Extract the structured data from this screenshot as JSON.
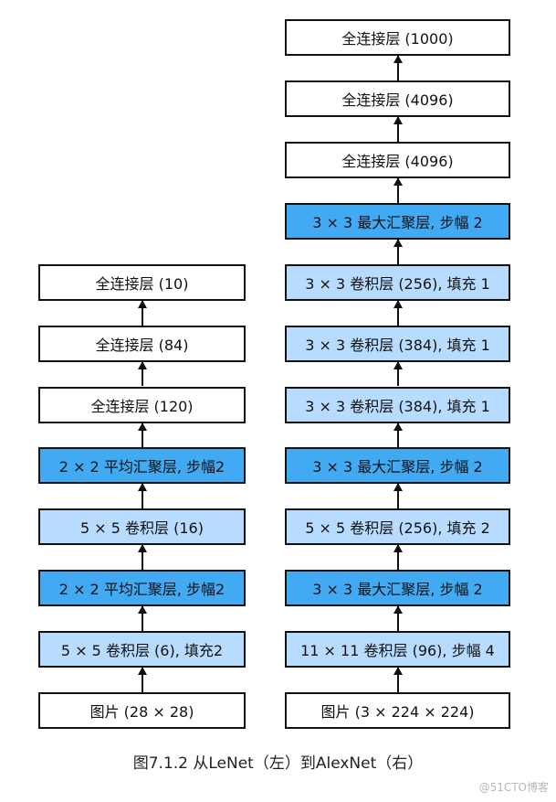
{
  "lenet": [
    {
      "label": "全连接层 (10)",
      "style": "white"
    },
    {
      "label": "全连接层 (84)",
      "style": "white"
    },
    {
      "label": "全连接层 (120)",
      "style": "white"
    },
    {
      "label": "2 × 2 平均汇聚层, 步幅2",
      "style": "dark"
    },
    {
      "label": "5 × 5 卷积层 (16)",
      "style": "light"
    },
    {
      "label": "2 × 2 平均汇聚层, 步幅2",
      "style": "dark"
    },
    {
      "label": "5 × 5 卷积层 (6), 填充2",
      "style": "light"
    },
    {
      "label": "图片 (28 × 28)",
      "style": "white"
    }
  ],
  "alexnet": [
    {
      "label": "全连接层 (1000)",
      "style": "white"
    },
    {
      "label": "全连接层 (4096)",
      "style": "white"
    },
    {
      "label": "全连接层 (4096)",
      "style": "white"
    },
    {
      "label": "3 × 3 最大汇聚层, 步幅 2",
      "style": "dark"
    },
    {
      "label": "3 × 3 卷积层 (256), 填充 1",
      "style": "light"
    },
    {
      "label": "3 × 3 卷积层 (384), 填充 1",
      "style": "light"
    },
    {
      "label": "3 × 3 卷积层 (384), 填充 1",
      "style": "light"
    },
    {
      "label": "3 × 3 最大汇聚层, 步幅 2",
      "style": "dark"
    },
    {
      "label": "5 × 5 卷积层 (256), 填充 2",
      "style": "light"
    },
    {
      "label": "3 × 3 最大汇聚层, 步幅 2",
      "style": "dark"
    },
    {
      "label": "11 × 11 卷积层 (96), 步幅 4",
      "style": "light"
    },
    {
      "label": "图片 (3 × 224 × 224)",
      "style": "white"
    }
  ],
  "caption": "图7.1.2  从LeNet（左）到AlexNet（右）",
  "watermark": "@51CTO博客",
  "colors": {
    "white": "#ffffff",
    "light": "#b7dcff",
    "dark": "#42aaf3",
    "stroke": "#111111"
  }
}
